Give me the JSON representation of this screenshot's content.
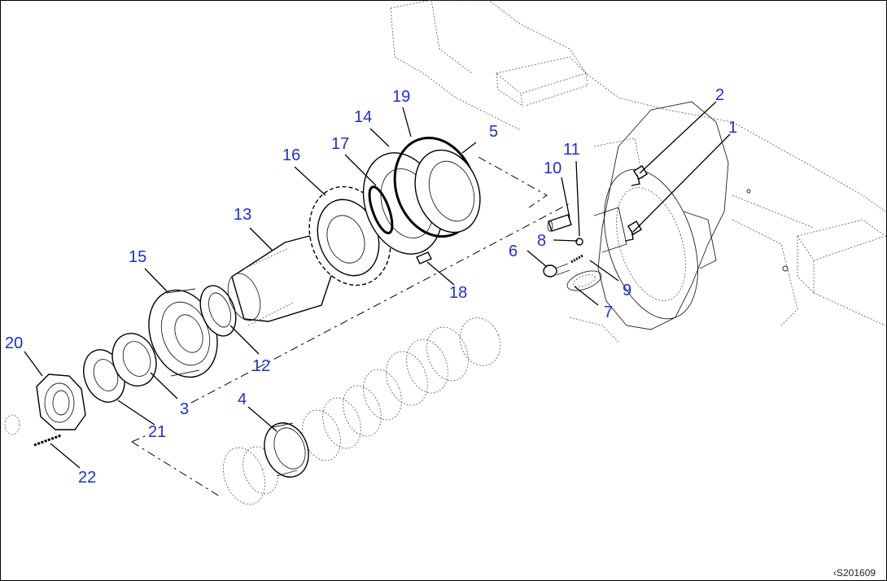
{
  "drawing_code": "‹S201609",
  "callouts": [
    {
      "id": "1",
      "text": "1"
    },
    {
      "id": "2",
      "text": "2"
    },
    {
      "id": "3",
      "text": "3"
    },
    {
      "id": "4",
      "text": "4"
    },
    {
      "id": "5",
      "text": "5"
    },
    {
      "id": "6",
      "text": "6"
    },
    {
      "id": "7",
      "text": "7"
    },
    {
      "id": "8",
      "text": "8"
    },
    {
      "id": "9",
      "text": "9"
    },
    {
      "id": "10",
      "text": "10"
    },
    {
      "id": "11",
      "text": "11"
    },
    {
      "id": "12",
      "text": "12"
    },
    {
      "id": "13",
      "text": "13"
    },
    {
      "id": "14",
      "text": "14"
    },
    {
      "id": "15",
      "text": "15"
    },
    {
      "id": "16",
      "text": "16"
    },
    {
      "id": "17",
      "text": "17"
    },
    {
      "id": "18",
      "text": "18"
    },
    {
      "id": "19",
      "text": "19"
    },
    {
      "id": "20",
      "text": "20"
    },
    {
      "id": "21",
      "text": "21"
    },
    {
      "id": "22",
      "text": "22"
    }
  ]
}
